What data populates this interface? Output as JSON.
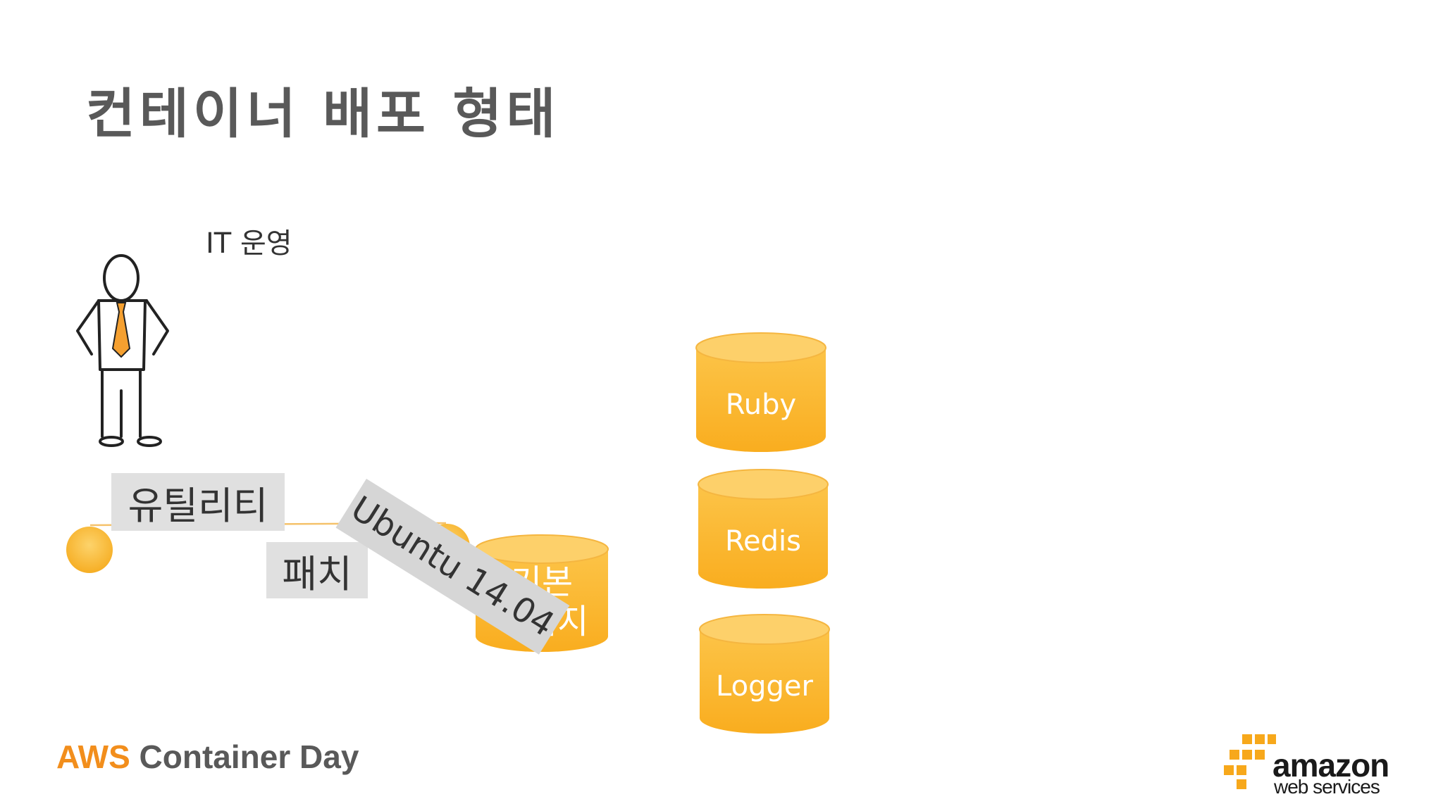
{
  "slide": {
    "title": "컨테이너 배포 형태",
    "role_label": "IT 운영"
  },
  "diagram": {
    "utility_label": "유틸리티",
    "patch_label": "패치",
    "ubuntu_tag": "Ubuntu 14.04",
    "base_image": {
      "line1": "기본",
      "line2": "이미지"
    },
    "containers": [
      "Ruby",
      "Redis",
      "Logger"
    ],
    "colors": {
      "cylinder": "#fbb634",
      "cylinder_top": "#fcc95a",
      "dot": "#fbb634",
      "line": "#f5c26b"
    }
  },
  "footer": {
    "brand_highlight": "AWS",
    "brand_rest": " Container Day",
    "logo_word": "amazon",
    "logo_sub": "web services",
    "colors": {
      "highlight": "#f28e1c",
      "rest": "#595959",
      "logo_cubes": "#f7a81b"
    }
  }
}
